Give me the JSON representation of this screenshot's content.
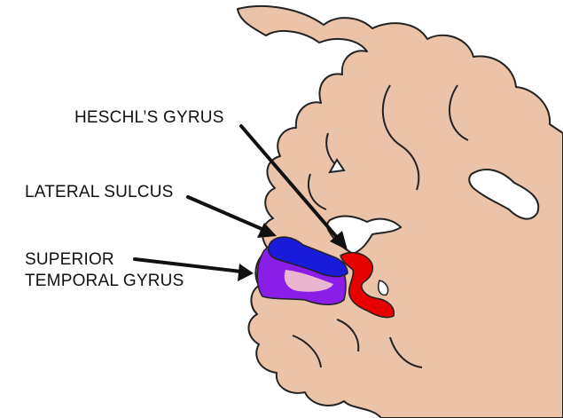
{
  "labels": {
    "heschl": "HESCHL’S GYRUS",
    "lateral_sulcus": "LATERAL SULCUS",
    "superior_line1": "SUPERIOR",
    "superior_line2": "TEMPORAL GYRUS"
  },
  "colors": {
    "brain_fill": "#eac3a8",
    "outline": "#222222",
    "heschl_gyrus": "#e60000",
    "lateral_sulcus_region": "#1a1adb",
    "superior_temporal_gyrus": "#8a1ee8",
    "inner_pink": "#eab5cf"
  }
}
